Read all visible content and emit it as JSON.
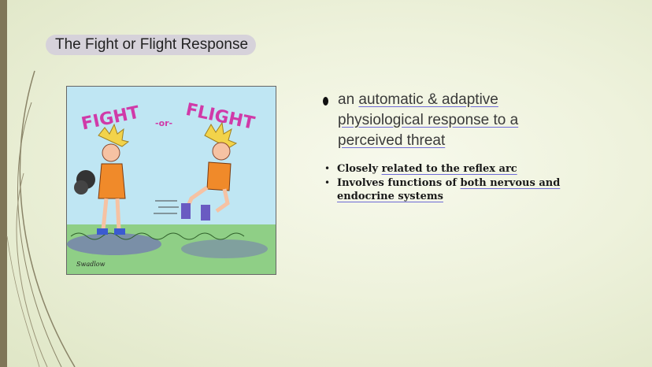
{
  "slide": {
    "title": "The Fight or Flight Response",
    "image_caption_fight": "FIGHT",
    "image_caption_or": "-or-",
    "image_caption_flight": "FLIGHT",
    "image_signature": "Swadlow",
    "main_bullet": {
      "prefix": "an ",
      "underlined_lines": [
        "automatic & adaptive",
        "physiological response to a",
        "perceived threat"
      ]
    },
    "sub_bullets": [
      {
        "prefix": "Closely ",
        "underlined": "related to the reflex arc",
        "suffix": ""
      },
      {
        "prefix": "Involves functions of ",
        "underlined": "both nervous and endocrine systems",
        "suffix": ""
      }
    ],
    "colors": {
      "left_bar": "#7f7658",
      "title_pill": "#d6d2da",
      "underline_accent": "#6e6bd6",
      "cartoon_title": "#d03aa8"
    }
  }
}
